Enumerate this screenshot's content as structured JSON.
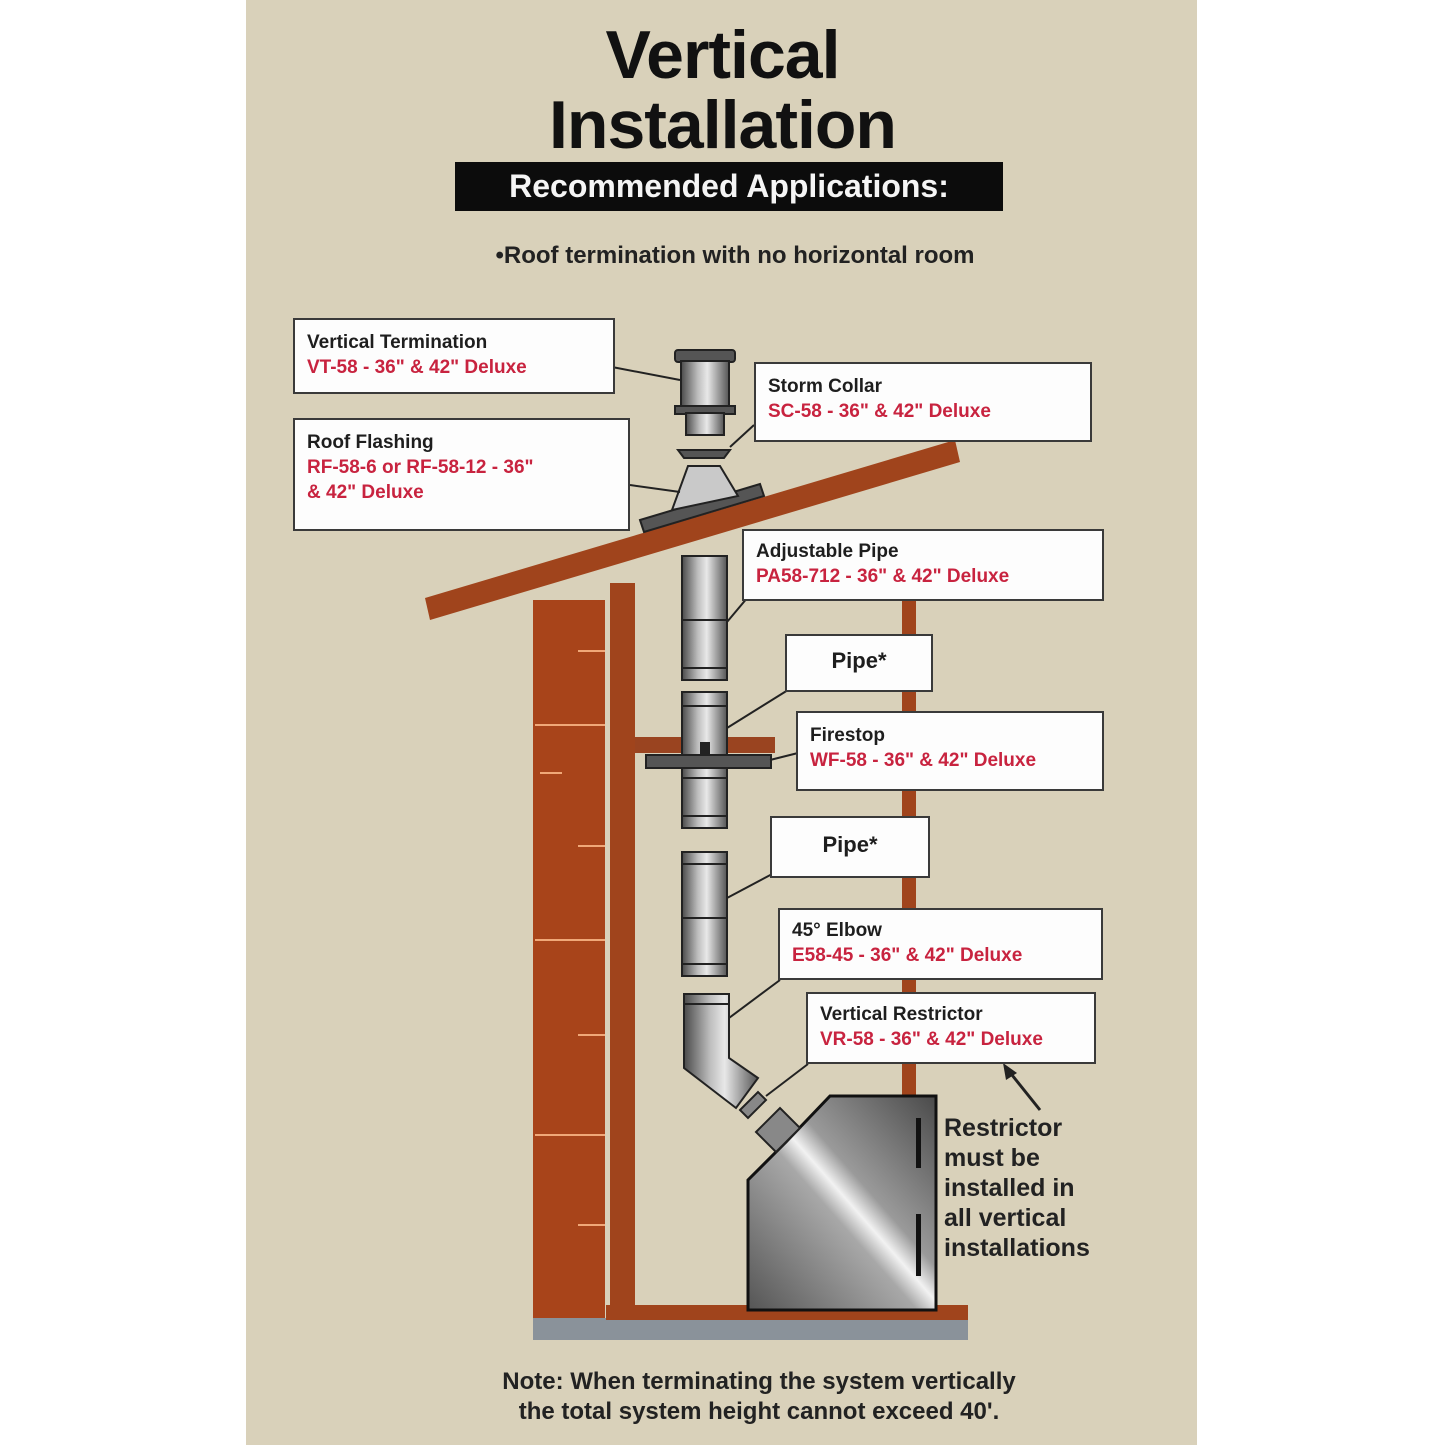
{
  "header": {
    "title_line1": "Vertical",
    "title_line2": "Installation",
    "banner": "Recommended Applications:",
    "bullet": "•Roof termination with no horizontal room"
  },
  "callouts": [
    {
      "id": "vertical-termination",
      "name": "Vertical Termination",
      "code": "VT-58 - 36\" & 42\" Deluxe"
    },
    {
      "id": "storm-collar",
      "name": "Storm Collar",
      "code": "SC-58 - 36\" & 42\" Deluxe"
    },
    {
      "id": "roof-flashing",
      "name": "Roof Flashing",
      "code": "RF-58-6 or RF-58-12 - 36\"",
      "code2": "& 42\" Deluxe"
    },
    {
      "id": "adjustable-pipe",
      "name": "Adjustable Pipe",
      "code": "PA58-712 - 36\" & 42\" Deluxe"
    },
    {
      "id": "pipe-1",
      "name": "Pipe*"
    },
    {
      "id": "firestop",
      "name": "Firestop",
      "code": "WF-58 - 36\" & 42\" Deluxe"
    },
    {
      "id": "pipe-2",
      "name": "Pipe*"
    },
    {
      "id": "elbow-45",
      "name": "45° Elbow",
      "code": "E58-45 - 36\" & 42\" Deluxe"
    },
    {
      "id": "vertical-restrictor",
      "name": "Vertical Restrictor",
      "code": "VR-58 - 36\" & 42\" Deluxe"
    }
  ],
  "restrictor_note": [
    "Restrictor",
    "must be",
    "installed in",
    "all vertical",
    "installations"
  ],
  "footer_note": {
    "line1": "Note: When terminating the system vertically",
    "line2": "the total system height cannot exceed 40'."
  },
  "colors": {
    "background": "#d9d1ba",
    "wood": "#a0441c",
    "label_code": "#c8233f",
    "banner": "#0c0c0c",
    "foundation": "#8a929a"
  }
}
